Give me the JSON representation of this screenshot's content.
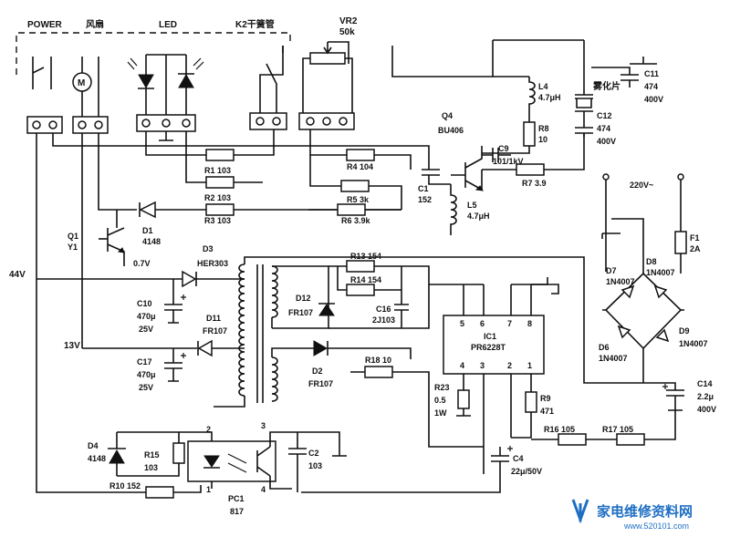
{
  "labels": {
    "power": "POWER",
    "fan": "风扇",
    "led": "LED",
    "k2": "K2干簧管",
    "vr2": "VR2",
    "vr2_val": "50k",
    "q4": "Q4",
    "q4_type": "BU406",
    "l4": "L4",
    "l4_val": "4.7μH",
    "r8": "R8",
    "r8_val": "10",
    "atomizer": "雾化片",
    "c11": "C11",
    "c11_val1": "474",
    "c11_val2": "400V",
    "c12": "C12",
    "c12_val1": "474",
    "c12_val2": "400V",
    "c9": "C9",
    "c9_val": "101/1kV",
    "r7": "R7 3.9",
    "r1": "R1 103",
    "r2": "R2 103",
    "r3": "R3 103",
    "r4": "R4 104",
    "r5": "R5 3k",
    "r6": "R6 3.9k",
    "c1": "C1",
    "c1_val": "152",
    "l5": "L5",
    "l5_val": "4.7μH",
    "q1": "Q1",
    "q1_type": "Y1",
    "d1": "D1",
    "d1_type": "4148",
    "v07": "0.7V",
    "v44": "44V",
    "v13": "13V",
    "d3": "D3",
    "d3_type": "HER303",
    "c10": "C10",
    "c10_v1": "470μ",
    "c10_v2": "25V",
    "d11": "D11",
    "d11_type": "FR107",
    "c17": "C17",
    "c17_v1": "470μ",
    "c17_v2": "25V",
    "r13": "R13 154",
    "r14": "R14 154",
    "c16": "C16",
    "c16_val": "2J103",
    "d12": "D12",
    "d12_type": "FR107",
    "ic1": "IC1",
    "ic1_type": "PR6228T",
    "pin5": "5",
    "pin6": "6",
    "pin7": "7",
    "pin8": "8",
    "pin4": "4",
    "pin3": "3",
    "pin2": "2",
    "pin1": "1",
    "d2": "D2",
    "d2_type": "FR107",
    "r18": "R18 10",
    "r23": "R23",
    "r23_v1": "0.5",
    "r23_v2": "1W",
    "r9": "R9",
    "r9_val": "471",
    "r16": "R16 105",
    "r17": "R17 105",
    "c4": "C4",
    "c4_val": "22μ/50V",
    "c14": "C14",
    "c14_v1": "2.2μ",
    "c14_v2": "400V",
    "ac": "220V~",
    "f1": "F1",
    "f1_val": "2A",
    "d7": "D7",
    "d7_type": "1N4007",
    "d8": "D8",
    "d8_type": "1N4007",
    "d6": "D6",
    "d6_type": "1N4007",
    "d9": "D9",
    "d9_type": "1N4007",
    "d4": "D4",
    "d4_type": "4148",
    "r15": "R15",
    "r15_val": "103",
    "r10": "R10 152",
    "pc1": "PC1",
    "pc1_type": "817",
    "pc1_pin1": "1",
    "pc1_pin2": "2",
    "pc1_pin3": "3",
    "pc1_pin4": "4",
    "c2": "C2",
    "c2_val": "103",
    "fan_sym": "M"
  },
  "watermark": {
    "text": "家电维修资料网",
    "url": "www.520101.com",
    "color": "#1e6fc4"
  }
}
